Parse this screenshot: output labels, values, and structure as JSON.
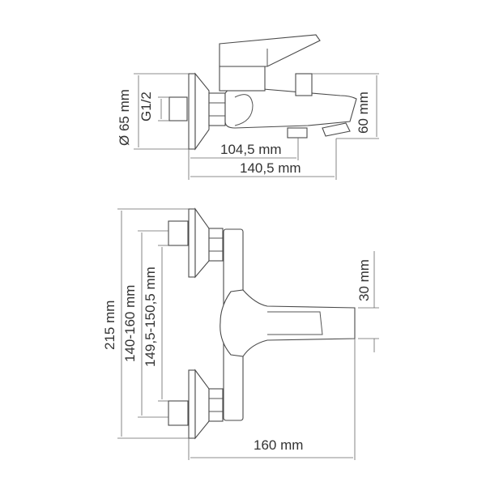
{
  "top_view": {
    "diameter_label": "Ø 65 mm",
    "thread_label": "G1/2",
    "height_label": "60 mm",
    "spout_depth_label": "104,5 mm",
    "total_depth_label": "140,5 mm"
  },
  "front_view": {
    "total_height_label": "215 mm",
    "center_distance_label": "140-160 mm",
    "inlet_distance_label": "149,5-150,5 mm",
    "lever_height_label": "30 mm",
    "total_width_label": "160 mm"
  },
  "colors": {
    "line": "#4a4a4a",
    "text": "#333333",
    "background": "#ffffff"
  }
}
